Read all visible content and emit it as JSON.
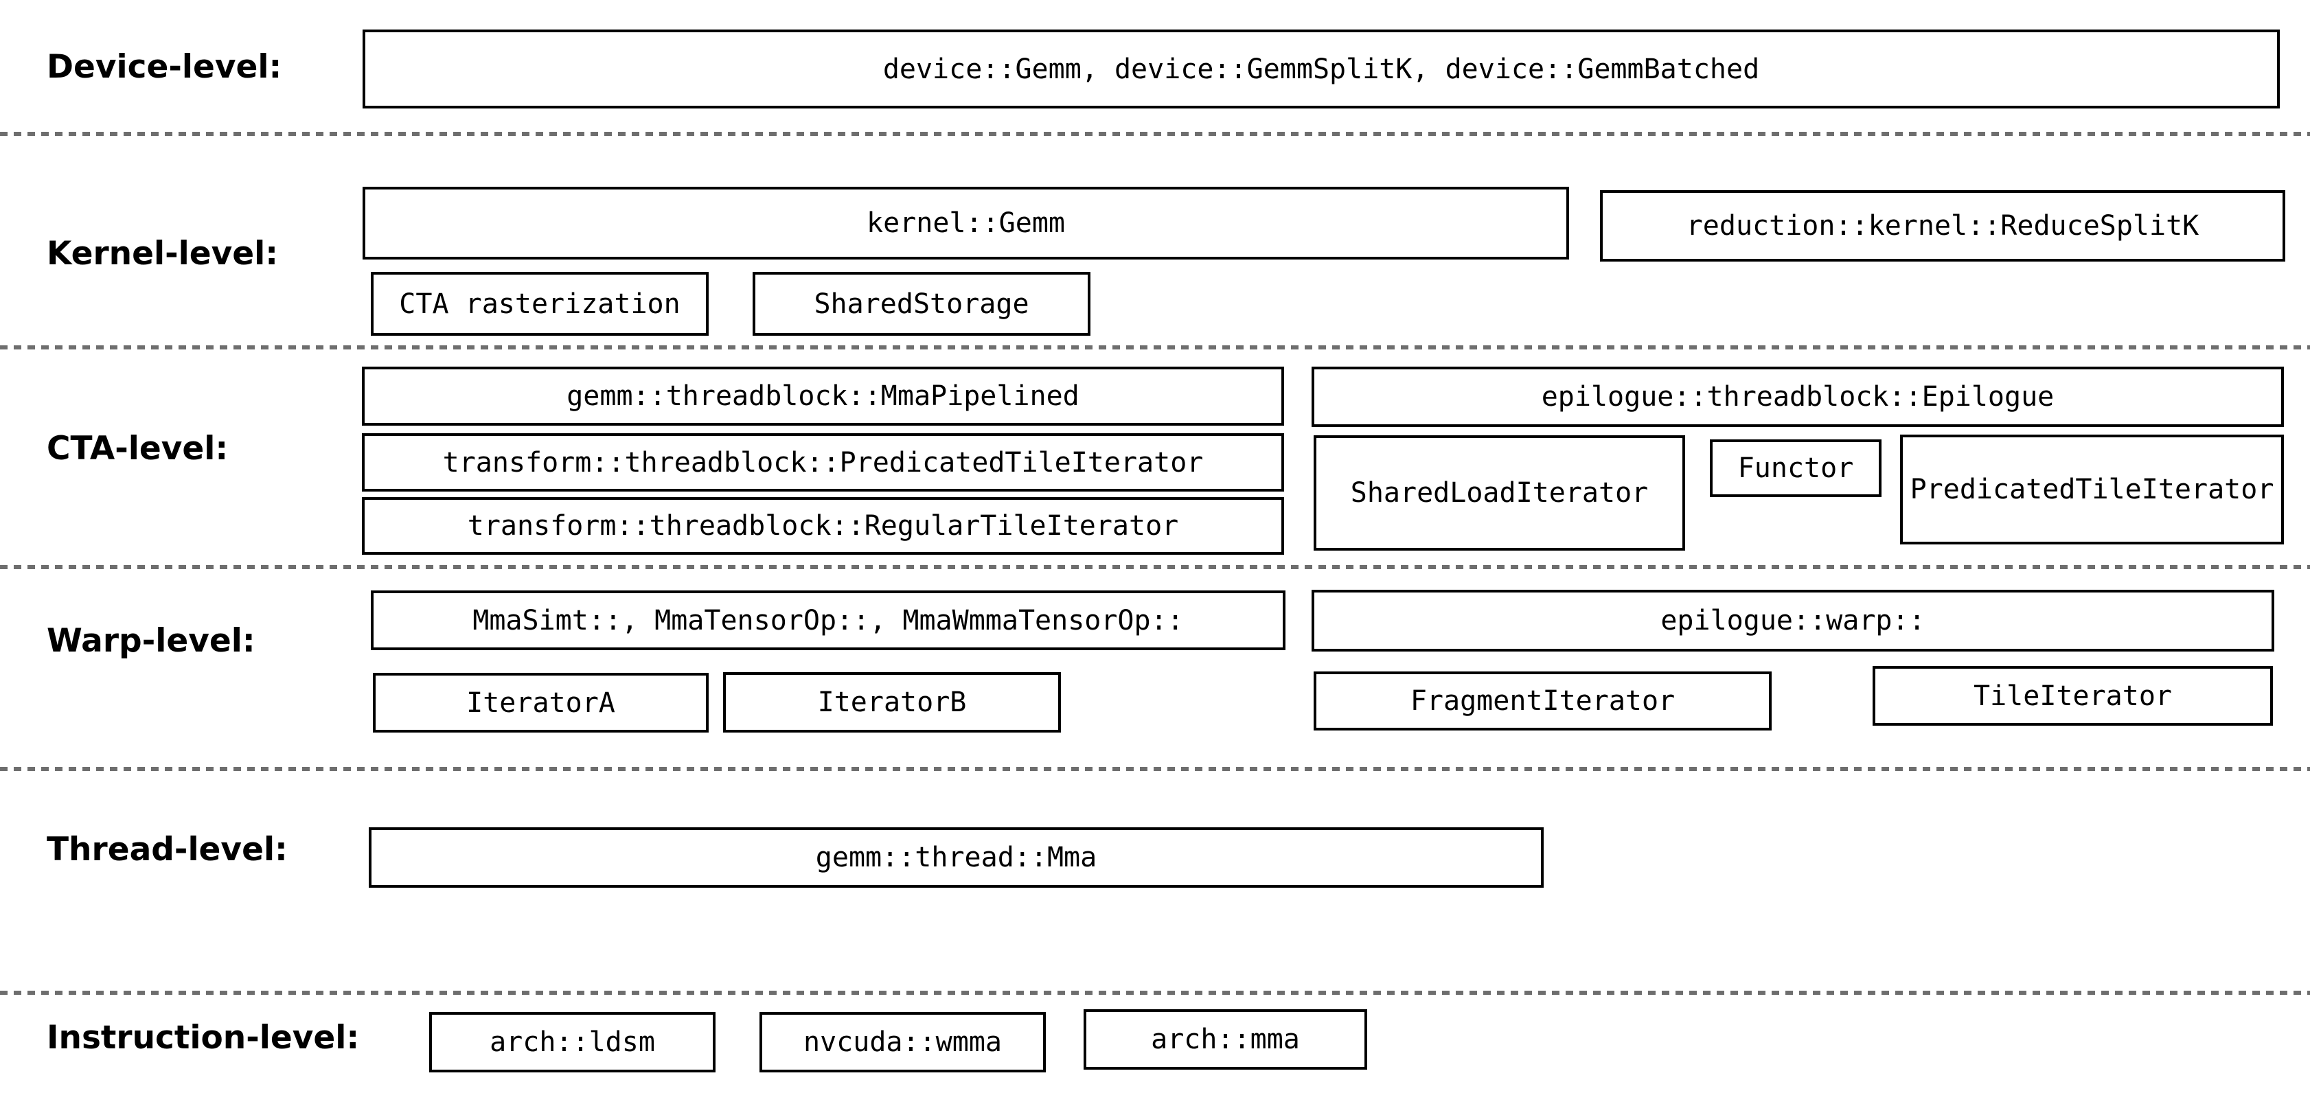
{
  "levels": {
    "device": {
      "label": "Device-level:",
      "gemm_box": "device::Gemm, device::GemmSplitK, device::GemmBatched"
    },
    "kernel": {
      "label": "Kernel-level:",
      "gemm_box": "kernel::Gemm",
      "reduce_splitk_box": "reduction::kernel::ReduceSplitK",
      "cta_rasterization_box": "CTA rasterization",
      "shared_storage_box": "SharedStorage"
    },
    "cta": {
      "label": "CTA-level:",
      "mma_pipelined_box": "gemm::threadblock::MmaPipelined",
      "predicated_tile_iterator_box": "transform::threadblock::PredicatedTileIterator",
      "regular_tile_iterator_box": "transform::threadblock::RegularTileIterator",
      "epilogue_box": "epilogue::threadblock::Epilogue",
      "shared_load_iterator_box": "SharedLoadIterator",
      "functor_box": "Functor",
      "epilogue_predicated_tile_iterator_box": "PredicatedTileIterator"
    },
    "warp": {
      "label": "Warp-level:",
      "mma_ops_box": "MmaSimt::, MmaTensorOp::, MmaWmmaTensorOp::",
      "epilogue_warp_box": "epilogue::warp::",
      "iterator_a_box": "IteratorA",
      "iterator_b_box": "IteratorB",
      "fragment_iterator_box": "FragmentIterator",
      "tile_iterator_box": "TileIterator"
    },
    "thread": {
      "label": "Thread-level:",
      "mma_box": "gemm::thread::Mma"
    },
    "instruction": {
      "label": "Instruction-level:",
      "arch_ldsm_box": "arch::ldsm",
      "nvcuda_wmma_box": "nvcuda::wmma",
      "arch_mma_box": "arch::mma"
    }
  },
  "colors": {
    "background": "#ffffff",
    "text": "#000000",
    "box_border": "#000000",
    "separator": "#6e6e6e"
  }
}
